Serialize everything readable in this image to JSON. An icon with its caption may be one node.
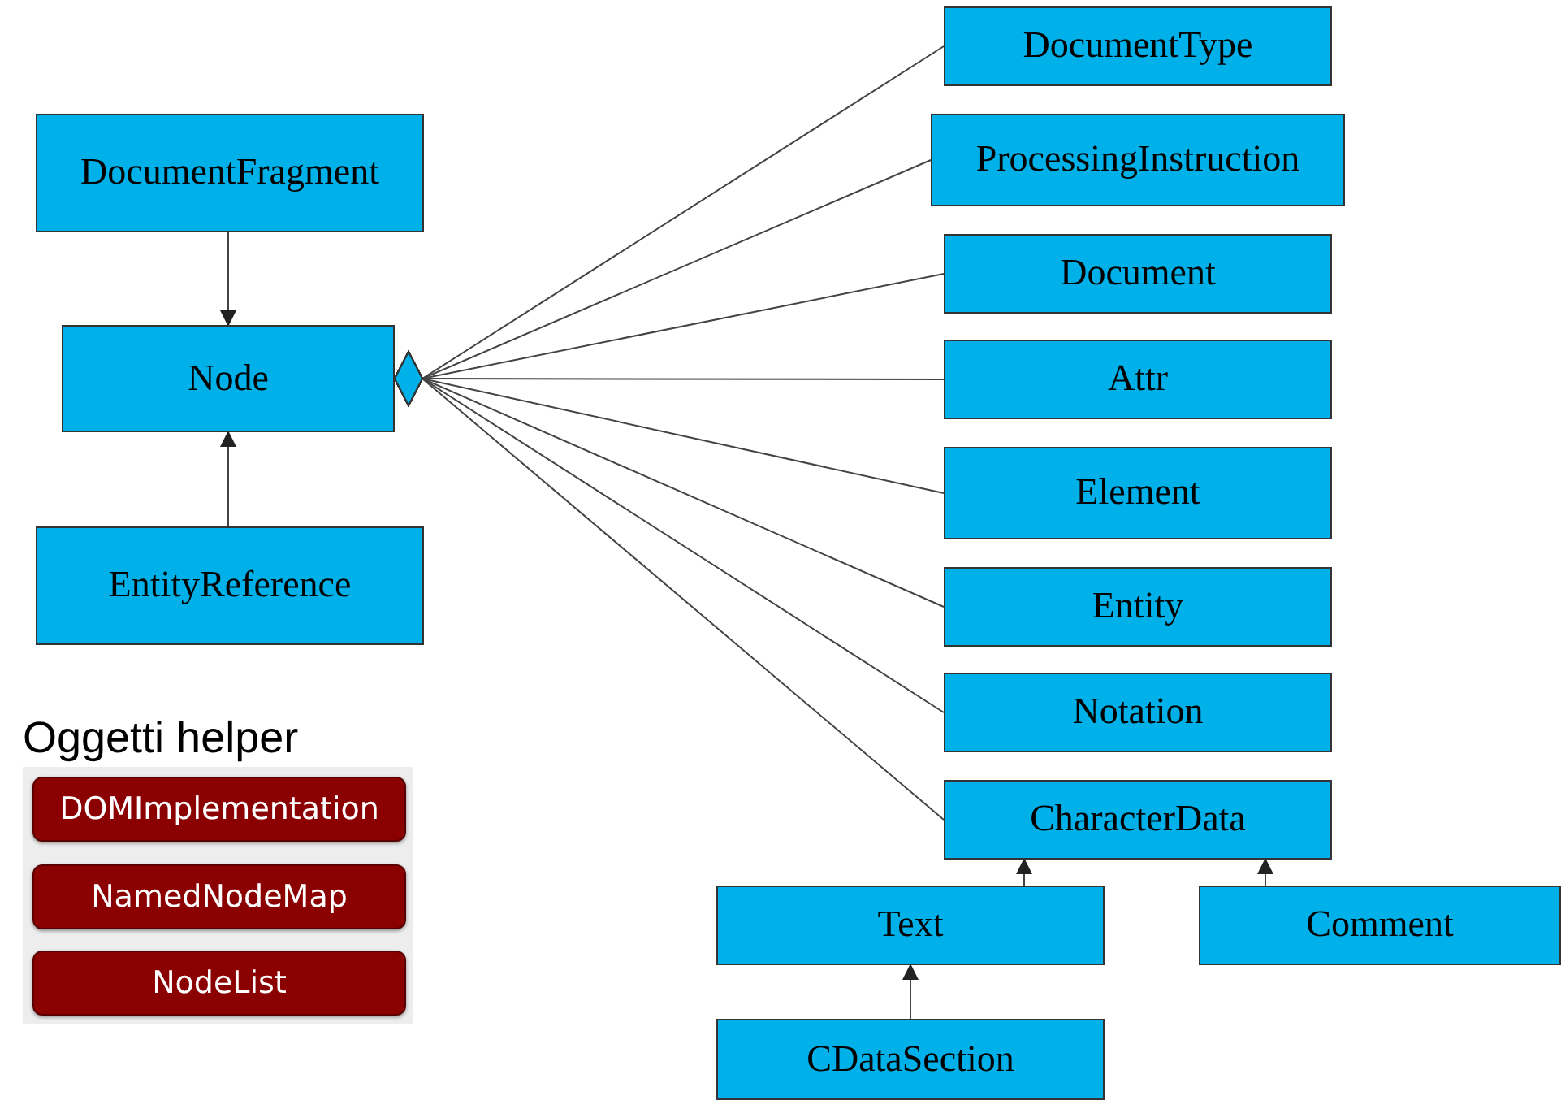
{
  "diagram": {
    "nodes": [
      {
        "text": [
          "DocumentFragment"
        ]
      },
      {
        "text": [
          "Node"
        ]
      },
      {
        "text": [
          "EntityReference"
        ]
      },
      {
        "text": [
          "Oggetti helper"
        ]
      },
      {
        "text": [
          "DOMImplementation"
        ],
        "in": 3
      },
      {
        "text": [
          "NamedNodeMap"
        ],
        "in": 3
      },
      {
        "text": [
          "NodeList"
        ],
        "in": 3
      },
      {
        "text": [
          "DocumentType"
        ]
      },
      {
        "text": [
          "ProcessingInstruction"
        ]
      },
      {
        "text": [
          "Document"
        ]
      },
      {
        "text": [
          "Attr"
        ]
      },
      {
        "text": [
          "Element"
        ]
      },
      {
        "text": [
          "Entity"
        ]
      },
      {
        "text": [
          "Notation"
        ]
      },
      {
        "text": [
          "CharacterData"
        ]
      },
      {
        "text": [
          "Text"
        ]
      },
      {
        "text": [
          "Comment"
        ]
      },
      {
        "text": [
          "CDataSection"
        ]
      }
    ],
    "edges": [
      {
        "from": 0,
        "to": 1,
        "arrow": "to"
      },
      {
        "from": 2,
        "to": 1,
        "arrow": "to"
      },
      {
        "from": 1,
        "to": 7,
        "arrow": "other"
      },
      {
        "from": 1,
        "to": 8,
        "arrow": "other"
      },
      {
        "from": 1,
        "to": 9,
        "arrow": "other"
      },
      {
        "from": 1,
        "to": 10,
        "arrow": "other"
      },
      {
        "from": 1,
        "to": 11,
        "arrow": "other"
      },
      {
        "from": 1,
        "to": 12,
        "arrow": "other"
      },
      {
        "from": 1,
        "to": 13,
        "arrow": "other"
      },
      {
        "from": 1,
        "to": 14,
        "arrow": "other"
      },
      {
        "from": 15,
        "to": 14,
        "arrow": "to"
      },
      {
        "from": 16,
        "to": 14,
        "arrow": "to"
      },
      {
        "from": 17,
        "to": 15,
        "arrow": "to"
      }
    ]
  }
}
